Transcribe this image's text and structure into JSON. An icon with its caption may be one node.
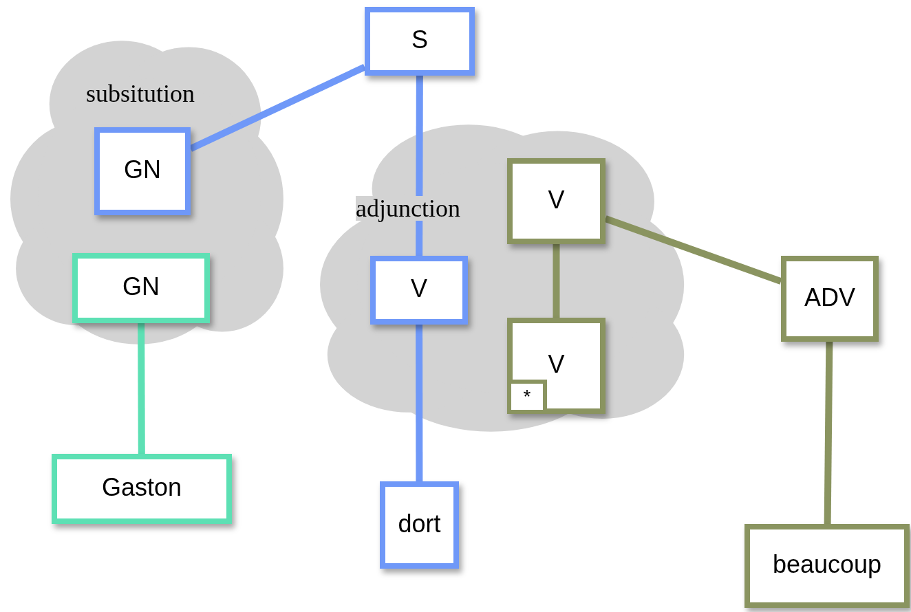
{
  "diagram": {
    "nodes": [
      {
        "text": [
          "S"
        ]
      },
      {
        "text": [
          "subsitution"
        ]
      },
      {
        "text": [
          "GN"
        ],
        "in": 1
      },
      {
        "text": [
          "GN"
        ],
        "in": 1
      },
      {
        "text": [
          "Gaston"
        ]
      },
      {
        "text": [
          "adjunction"
        ]
      },
      {
        "text": [
          "V"
        ],
        "in": 5
      },
      {
        "text": [
          "dort"
        ]
      },
      {
        "text": [
          "V"
        ],
        "in": 5
      },
      {
        "text": [
          "V"
        ],
        "in": 5
      },
      {
        "text": [
          "*"
        ],
        "in": 9
      },
      {
        "text": [
          "ADV"
        ]
      },
      {
        "text": [
          "beaucoup"
        ]
      }
    ],
    "edges": [
      {
        "from": 0,
        "to": 2,
        "arrow": "none",
        "color": "#6f98f8"
      },
      {
        "from": 0,
        "to": 6,
        "arrow": "none",
        "color": "#6f98f8"
      },
      {
        "from": 6,
        "to": 7,
        "arrow": "none",
        "color": "#6f98f8"
      },
      {
        "from": 3,
        "to": 4,
        "arrow": "none",
        "color": "#5de0b4"
      },
      {
        "from": 8,
        "to": 9,
        "arrow": "none",
        "color": "#8a9460"
      },
      {
        "from": 8,
        "to": 11,
        "arrow": "none",
        "color": "#8a9460"
      },
      {
        "from": 11,
        "to": 12,
        "arrow": "none",
        "color": "#8a9460"
      }
    ]
  }
}
